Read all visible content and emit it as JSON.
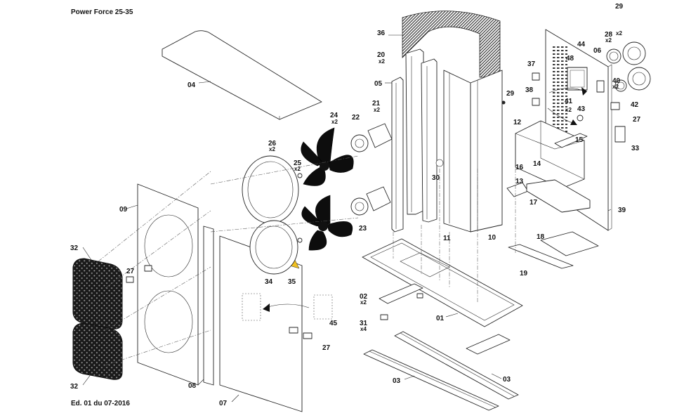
{
  "header": {
    "title": "Power Force 25-35",
    "edition": "Ed. 01 du 07-2016"
  },
  "colors": {
    "line": "#222222",
    "blade": "#0d0d0d",
    "mesh": "#1a1a1a",
    "background": "#ffffff"
  },
  "callouts": {
    "c01": "01",
    "c02": "02",
    "c03a": "03",
    "c03b": "03",
    "c04": "04",
    "c05": "05",
    "c06": "06",
    "c07": "07",
    "c08": "08",
    "c09": "09",
    "c10": "10",
    "c11": "11",
    "c12": "12",
    "c13": "13",
    "c14": "14",
    "c15": "15",
    "c16": "16",
    "c17": "17",
    "c18": "18",
    "c19": "19",
    "c20": "20",
    "c21": "21",
    "c22": "22",
    "c23": "23",
    "c24": "24",
    "c25": "25",
    "c26": "26",
    "c27a": "27",
    "c27b": "27",
    "c27c": "27",
    "c28": "28",
    "c29a": "29",
    "c29b": "29",
    "c30": "30",
    "c31": "31",
    "c32a": "32",
    "c32b": "32",
    "c33": "33",
    "c34": "34",
    "c35": "35",
    "c36": "36",
    "c37": "37",
    "c38": "38",
    "c39": "39",
    "c40": "40",
    "c41": "41",
    "c42": "42",
    "c43": "43",
    "c44": "44",
    "c45": "45",
    "c48": "48"
  },
  "quantities": {
    "q02": "x2",
    "q20": "x2",
    "q21": "x2",
    "q24": "x2",
    "q25": "x2",
    "q26": "x2",
    "q28": "x2",
    "q29": "x2",
    "q31": "x4",
    "q40": "x2",
    "q41": "x2"
  }
}
